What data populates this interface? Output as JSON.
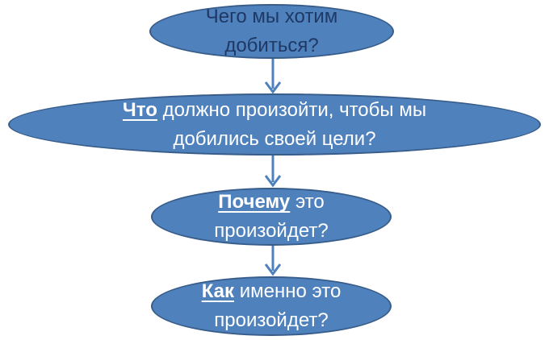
{
  "diagram": {
    "title": "goal-question-flowchart",
    "colors": {
      "node_fill": "#4f81bd",
      "node_border": "#385d8a",
      "arrow": "#4f81bd",
      "text_dark": "#1f3864",
      "text_light": "#ffffff",
      "background": "#ffffff"
    },
    "nodes": [
      {
        "id": "goal",
        "lead": "",
        "text": "Чего мы хотим добиться?"
      },
      {
        "id": "what",
        "lead": "Что",
        "text": "должно произойти, чтобы мы добились своей цели?"
      },
      {
        "id": "why",
        "lead": "Почему",
        "text": "это произойдет?"
      },
      {
        "id": "how",
        "lead": "Как",
        "text": "именно это произойдет?"
      }
    ],
    "connectors": [
      {
        "from": "goal",
        "to": "what",
        "direction": "down"
      },
      {
        "from": "what",
        "to": "why",
        "direction": "down"
      },
      {
        "from": "why",
        "to": "how",
        "direction": "down"
      }
    ]
  }
}
